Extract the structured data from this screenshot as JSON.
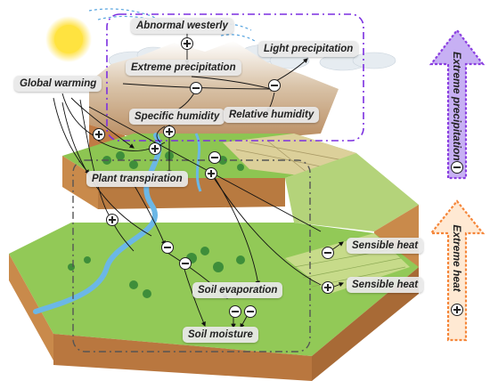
{
  "labels": {
    "abnormal_westerly": "Abnormal westerly",
    "extreme_precipitation": "Extreme precipitation",
    "light_precipitation": "Light precipitation",
    "global_warming": "Global warming",
    "specific_humidity": "Specific humidity",
    "relative_humidity": "Relative humidity",
    "plant_transpiration": "Plant transpiration",
    "sensible_heat_1": "Sensible heat",
    "sensible_heat_2": "Sensible heat",
    "soil_evaporation": "Soil evaporation",
    "soil_moisture": "Soil moisture"
  },
  "side_arrows": {
    "extreme_precipitation": {
      "label": "Extreme precipitation",
      "sign": "minus",
      "color": "#8B3FE0"
    },
    "extreme_heat": {
      "label": "Extreme heat",
      "sign": "plus",
      "color": "#F5863A"
    }
  },
  "colors": {
    "precip_box_border": "#7B2FE0",
    "heat_box_border": "#555555",
    "sun": "#FFE03A",
    "grass": "#8CC63F",
    "soil": "#C98A4B",
    "water": "#6BB7E6"
  }
}
